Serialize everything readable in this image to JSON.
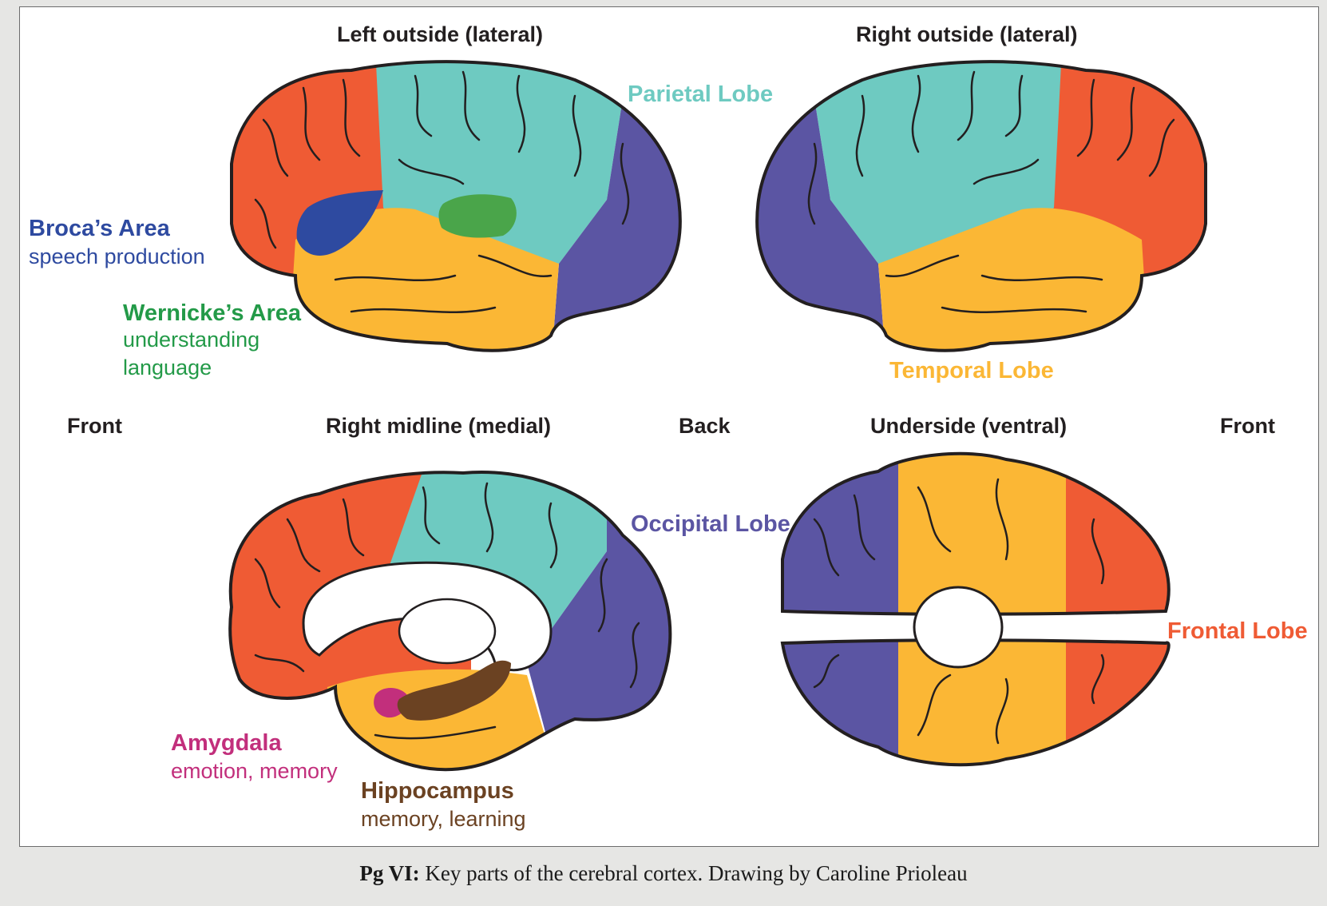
{
  "colors": {
    "frontal": "#ef5b34",
    "parietal": "#6ecac1",
    "temporal": "#fbb735",
    "occipital": "#5b55a3",
    "broca": "#2e4aa0",
    "wernicke": "#4aa54a",
    "amygdala": "#c22f7c",
    "hippocampus": "#6b4222",
    "outline": "#231f20"
  },
  "view_titles": {
    "left_lateral": "Left outside (lateral)",
    "right_lateral": "Right outside (lateral)",
    "right_medial": "Right midline (medial)",
    "ventral": "Underside (ventral)"
  },
  "orientation": {
    "front_left": "Front",
    "back_center": "Back",
    "front_right": "Front"
  },
  "lobes": {
    "parietal": "Parietal Lobe",
    "temporal": "Temporal Lobe",
    "occipital": "Occipital Lobe",
    "frontal": "Frontal Lobe"
  },
  "areas": {
    "broca": {
      "title": "Broca’s Area",
      "desc": "speech production"
    },
    "wernicke": {
      "title": "Wernicke’s Area",
      "desc_line1": "understanding",
      "desc_line2": "language"
    },
    "amygdala": {
      "title": "Amygdala",
      "desc": "emotion, memory"
    },
    "hippocampus": {
      "title": "Hippocampus",
      "desc": "memory, learning"
    }
  },
  "caption": {
    "prefix": "Pg VI:",
    "text": " Key parts of the cerebral cortex. Drawing by Caroline Prioleau"
  }
}
